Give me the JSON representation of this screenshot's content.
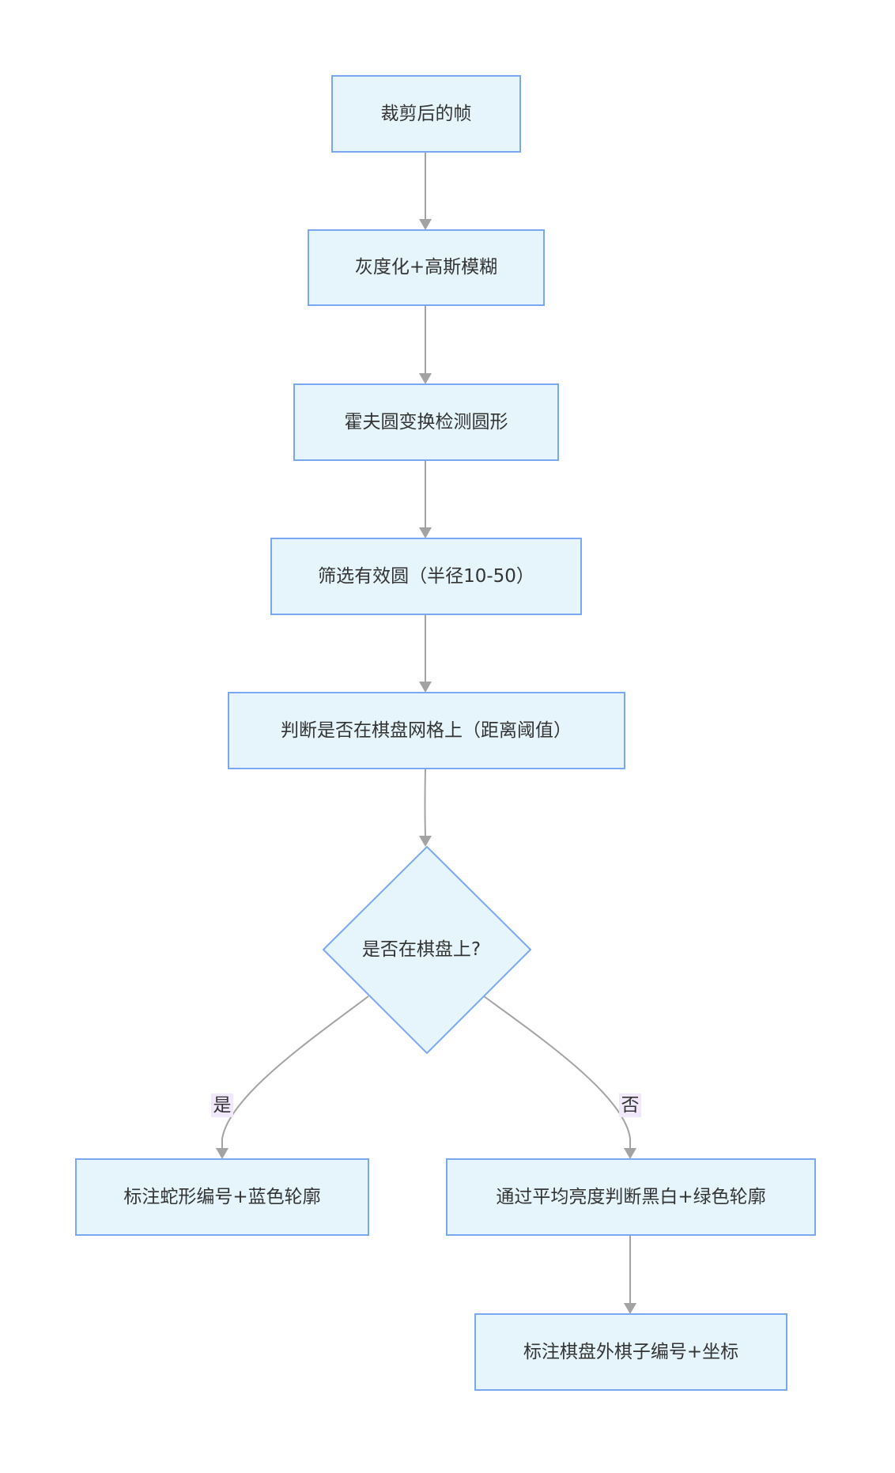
{
  "flowchart": {
    "nodes": {
      "cropped_frame": "裁剪后的帧",
      "grayscale_blur": "灰度化+高斯模糊",
      "hough_detect": "霍夫圆变换检测圆形",
      "filter_circles": "筛选有效圆（半径10-50）",
      "grid_check": "判断是否在棋盘网格上（距离阈值）",
      "on_board_decision": "是否在棋盘上?",
      "label_snake": "标注蛇形编号+蓝色轮廓",
      "brightness_judge": "通过平均亮度判断黑白+绿色轮廓",
      "label_outside": "标注棋盘外棋子编号+坐标"
    },
    "edges": {
      "yes_label": "是",
      "no_label": "否"
    }
  },
  "colors": {
    "node_fill": "#e6f5fc",
    "node_stroke": "#7aa8f0",
    "edge": "#a3a3a3",
    "label_bg": "#f1e8fb",
    "text": "#333333"
  }
}
